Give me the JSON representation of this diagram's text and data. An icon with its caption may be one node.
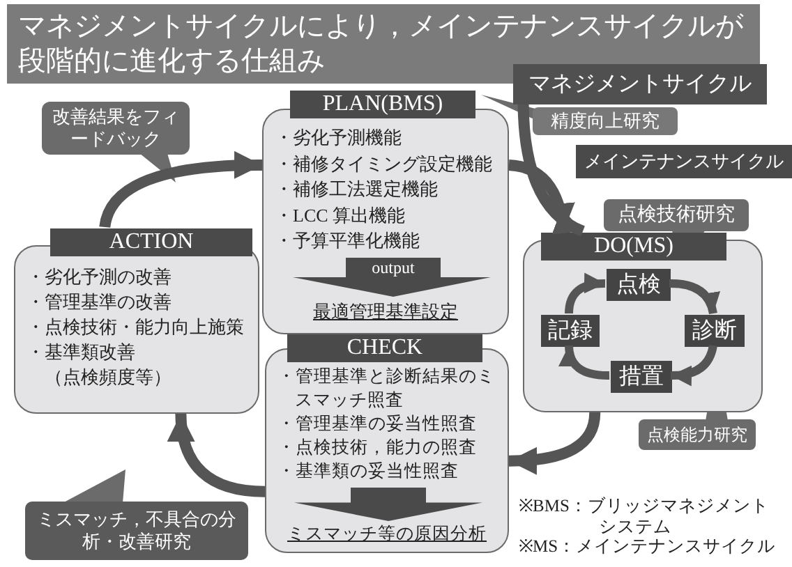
{
  "diagram": {
    "title": "マネジメントサイクルにより，メインテナンスサイクルが段階的に進化する仕組み",
    "nodes": [
      {
        "text": [
          "PLAN(BMS)",
          "・劣化予測機能",
          "・補修タイミング設定機能",
          "・補修工法選定機能",
          "・LCC 算出機能",
          "・予算平準化機能",
          "最適管理基準設定"
        ]
      },
      {
        "text": [
          "output"
        ],
        "in": 0
      },
      {
        "text": [
          "DO(MS)"
        ]
      },
      {
        "text": [
          "点検"
        ],
        "in": 2
      },
      {
        "text": [
          "診断"
        ],
        "in": 2
      },
      {
        "text": [
          "措置"
        ],
        "in": 2
      },
      {
        "text": [
          "記録"
        ],
        "in": 2
      },
      {
        "text": [
          "CHECK",
          "・管理基準と診断結果のミスマッチ照査",
          "・管理基準の妥当性照査",
          "・点検技術，能力の照査",
          "・基準類の妥当性照査",
          "ミスマッチ等の原因分析"
        ]
      },
      {
        "text": [
          "ACTION",
          "・劣化予測の改善",
          "・管理基準の改善",
          "・点検技術・能力向上施策",
          "・基準類改善（点検頻度等）"
        ]
      },
      {
        "text": [
          "改善結果をフィードバック"
        ]
      },
      {
        "text": [
          "マネジメントサイクル"
        ]
      },
      {
        "text": [
          "精度向上研究"
        ]
      },
      {
        "text": [
          "メインテナンスサイクル"
        ]
      },
      {
        "text": [
          "点検技術研究"
        ]
      },
      {
        "text": [
          "点検能力研究"
        ]
      },
      {
        "text": [
          "ミスマッチ，不具合の分析・改善研究"
        ]
      }
    ],
    "edges": [
      {
        "from": 0,
        "to": 2,
        "arrow": "to"
      },
      {
        "from": 10,
        "to": 2,
        "arrow": "to"
      },
      {
        "from": 2,
        "to": 7,
        "arrow": "to"
      },
      {
        "from": 7,
        "to": 8,
        "arrow": "to"
      },
      {
        "from": 8,
        "to": 0,
        "arrow": "to"
      },
      {
        "from": 3,
        "to": 4,
        "arrow": "to"
      },
      {
        "from": 4,
        "to": 5,
        "arrow": "to"
      },
      {
        "from": 5,
        "to": 6,
        "arrow": "to"
      },
      {
        "from": 6,
        "to": 3,
        "arrow": "to"
      }
    ],
    "labels": [
      "※BMS：ブリッジマネジメントシステム",
      "※MS：メインテナンスサイクル"
    ]
  }
}
